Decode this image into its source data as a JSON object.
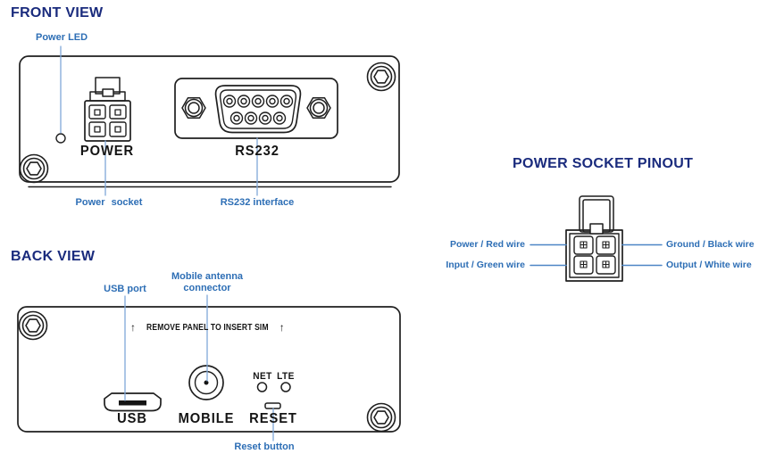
{
  "colors": {
    "heading": "#1a2b7d",
    "callout_label": "#2d6eb5",
    "line_art": "#1f1f1f",
    "callout_line": "#7fa8d9",
    "pinout_line": "#4d86c6"
  },
  "front_view": {
    "title": "FRONT VIEW",
    "power_led_callout": "Power LED",
    "power_print": "POWER",
    "rs232_print": "RS232",
    "power_socket_callout": "Power socket",
    "rs232_interface_callout": "RS232 interface"
  },
  "pinout": {
    "title": "POWER SOCKET PINOUT",
    "top_left_label": "Power / Red wire",
    "bottom_left_label": "Input / Green wire",
    "top_right_label": "Ground / Black wire",
    "bottom_right_label": "Output / White wire"
  },
  "back_view": {
    "title": "BACK VIEW",
    "usb_callout": "USB port",
    "mobile_callout_line1": "Mobile antenna",
    "mobile_callout_line2": "connector",
    "sim_notice": "REMOVE PANEL TO INSERT SIM",
    "arrow_up": "↑",
    "usb_print": "USB",
    "mobile_print": "MOBILE",
    "reset_print": "RESET",
    "net_print": "NET",
    "lte_print": "LTE",
    "reset_button_callout": "Reset button"
  }
}
